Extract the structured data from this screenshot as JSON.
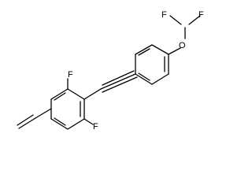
{
  "molecule": {
    "atoms": {
      "f_top_left": "F",
      "f_top_right": "F",
      "o_ether": "O",
      "f_ring_top": "F",
      "f_ring_bottom": "F"
    }
  }
}
